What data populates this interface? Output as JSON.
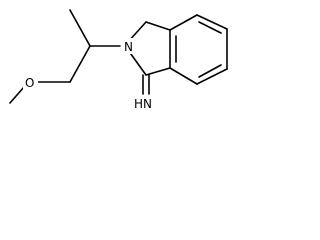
{
  "atoms": {
    "ring_nitrogen": "N",
    "ether_oxygen": "O",
    "imine_group": "HN"
  },
  "colors": {
    "bond": "#000000",
    "label": "#000000",
    "background": "#ffffff"
  }
}
